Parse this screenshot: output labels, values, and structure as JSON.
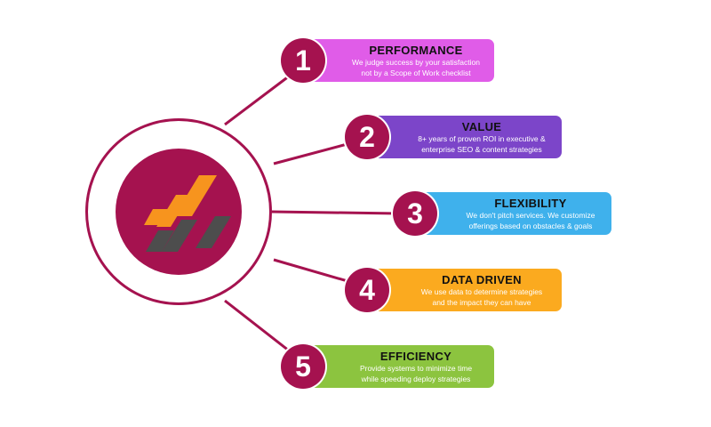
{
  "colors": {
    "accent": "#a5124f",
    "logo_orange": "#f7941e",
    "logo_gray": "#4d4d4d"
  },
  "hub": {
    "icon": "company-logo-icon"
  },
  "items": [
    {
      "number": "1",
      "title": "PERFORMANCE",
      "line1": "We judge success by your satisfaction",
      "line2": "not by a Scope of Work checklist",
      "color": "#e05ce8"
    },
    {
      "number": "2",
      "title": "VALUE",
      "line1": "8+ years of proven ROI in executive &",
      "line2": "enterprise SEO & content strategies",
      "color": "#7c45c9"
    },
    {
      "number": "3",
      "title": "FLEXIBILITY",
      "line1": "We don't pitch services. We customize",
      "line2": "offerings based on obstacles & goals",
      "color": "#3fb1ec"
    },
    {
      "number": "4",
      "title": "DATA DRIVEN",
      "line1": "We use data to determine strategies",
      "line2": "and the impact they can have",
      "color": "#fbaa1f"
    },
    {
      "number": "5",
      "title": "EFFICIENCY",
      "line1": "Provide systems to minimize time",
      "line2": "while speeding deploy strategies",
      "color": "#8cc43f"
    }
  ]
}
